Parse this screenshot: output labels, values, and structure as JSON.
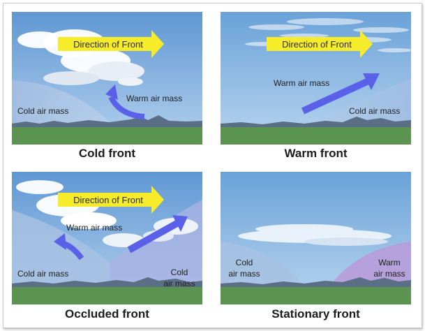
{
  "panels": {
    "cold": {
      "caption": "Cold front",
      "direction_label": "Direction of Front",
      "warm_label": "Warm air mass",
      "cold_label": "Cold air mass"
    },
    "warm": {
      "caption": "Warm front",
      "direction_label": "Direction of Front",
      "warm_label": "Warm air mass",
      "cold_label": "Cold air mass"
    },
    "occluded": {
      "caption": "Occluded front",
      "direction_label": "Direction of Front",
      "warm_label": "Warm air mass",
      "cold_left_label": "Cold air mass",
      "cold_right_line1": "Cold",
      "cold_right_line2": "air mass"
    },
    "stationary": {
      "caption": "Stationary front",
      "cold_line1": "Cold",
      "cold_line2": "air mass",
      "warm_line1": "Warm",
      "warm_line2": "air mass"
    }
  },
  "colors": {
    "sky_top": "#6a9fd6",
    "sky_bottom": "#b9d4ee",
    "arrow_yellow": "#f6ec2a",
    "arrow_blue": "#5a61e8",
    "ground": "#5a9450",
    "cold_mass": "#9ab6dc",
    "warm_mass": "#b89ad8"
  }
}
